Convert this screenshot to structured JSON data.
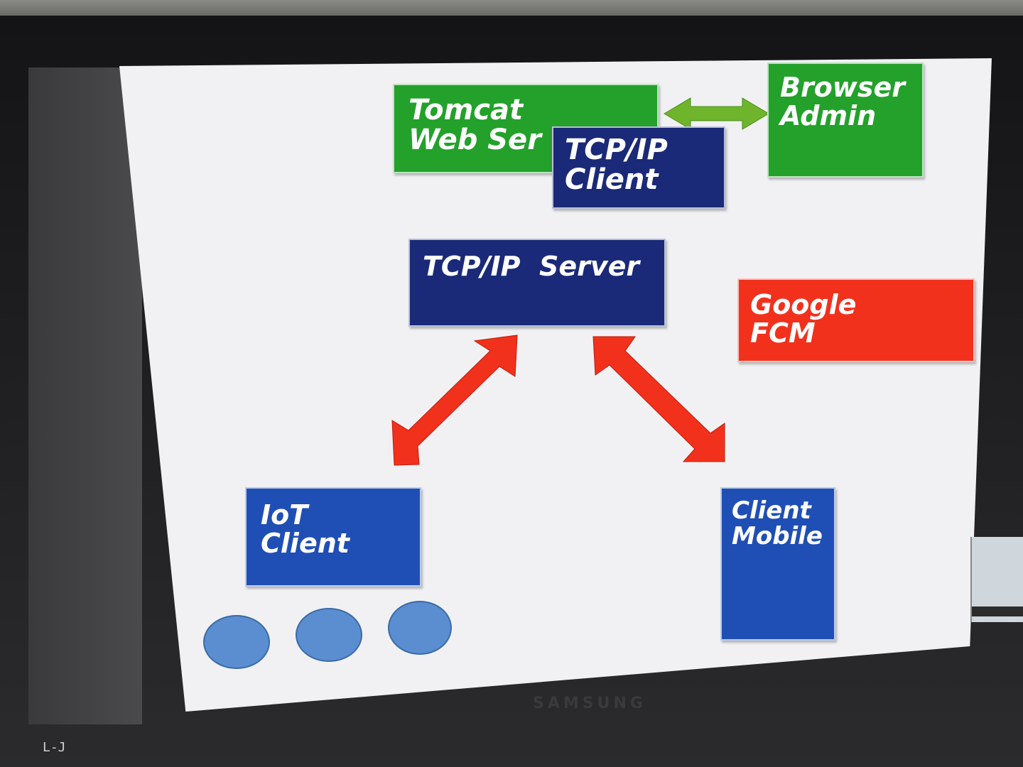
{
  "boxes": {
    "tomcat": {
      "lines": [
        "Tomcat",
        "Web Ser"
      ],
      "color": "#23a12b"
    },
    "tcp_client": {
      "lines": [
        "TCP/IP",
        "Client"
      ],
      "color": "#1a2a78"
    },
    "browser_admin": {
      "lines": [
        "Browser",
        "Admin"
      ],
      "color": "#23a12b"
    },
    "tcp_server": {
      "lines": [
        "TCP/IP  Server"
      ],
      "color": "#1a2a78"
    },
    "google_fcm": {
      "lines": [
        "Google",
        "FCM"
      ],
      "color": "#f2311c"
    },
    "iot_client": {
      "lines": [
        "IoT",
        "Client"
      ],
      "color": "#1f4fb5"
    },
    "client_mobile": {
      "lines": [
        "Client",
        "Mobile"
      ],
      "color": "#1f4fb5"
    }
  },
  "devices": {
    "count": 3,
    "color": "#5b8ed0"
  },
  "arrows": {
    "web_to_browser": {
      "color": "#6fb52c"
    },
    "server_to_iot": {
      "color": "#f2311c"
    },
    "server_to_mobile": {
      "color": "#f2311c"
    }
  },
  "monitor": {
    "brand": "SAMSUNG"
  },
  "corner_mark": "L-J"
}
